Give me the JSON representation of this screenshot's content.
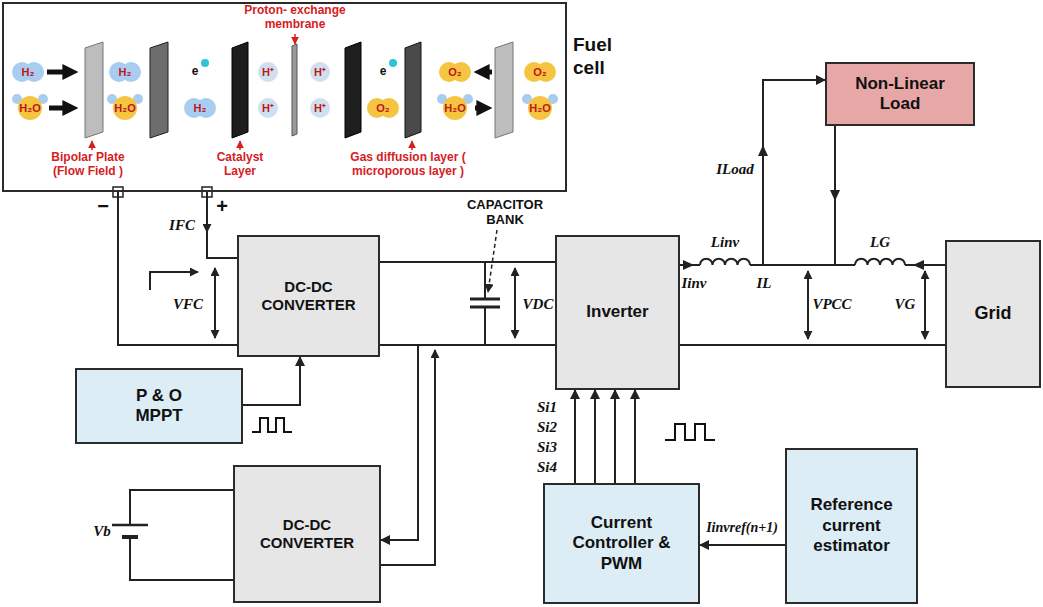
{
  "diagram": {
    "nodes": [
      {
        "text": [
          "Fuel cell"
        ]
      },
      {
        "text": [
          "Non-Linear Load"
        ]
      },
      {
        "text": [
          "DC-DC CONVERTER"
        ]
      },
      {
        "text": [
          "Inverter"
        ]
      },
      {
        "text": [
          "Grid"
        ]
      },
      {
        "text": [
          "P & O MPPT"
        ]
      },
      {
        "text": [
          "DC-DC CONVERTER"
        ]
      },
      {
        "text": [
          "Current Controller & PWM"
        ]
      },
      {
        "text": [
          "Reference current estimator"
        ]
      }
    ],
    "edges": [
      {
        "from": 0,
        "to": 2,
        "arrow": "none"
      },
      {
        "from": 0,
        "to": 2,
        "arrow": "none"
      },
      {
        "from": 2,
        "to": 3,
        "arrow": "none"
      },
      {
        "from": 2,
        "to": 3,
        "arrow": "none"
      },
      {
        "from": 5,
        "to": 2,
        "arrow": "to"
      },
      {
        "from": 3,
        "to": 6,
        "arrow": "to"
      },
      {
        "from": 3,
        "to": 4,
        "arrow": "none"
      },
      {
        "from": 3,
        "to": 4,
        "arrow": "none"
      },
      {
        "from": 3,
        "to": 1,
        "arrow": "to"
      },
      {
        "from": 1,
        "to": 4,
        "arrow": "none"
      },
      {
        "from": 7,
        "to": 3,
        "arrow": "to"
      },
      {
        "from": 7,
        "to": 3,
        "arrow": "to"
      },
      {
        "from": 7,
        "to": 3,
        "arrow": "to"
      },
      {
        "from": 7,
        "to": 3,
        "arrow": "to"
      },
      {
        "from": 8,
        "to": 7,
        "arrow": "to",
        "label": "Iinvref(n+1)"
      }
    ],
    "labels": [
      "Proton- exchange membrane",
      "Bipolar Plate (Flow Field )",
      "Catalyst Layer",
      "Gas diffusion layer ( microporous layer )",
      "H₂",
      "H₂",
      "e",
      "H⁺",
      "H⁺",
      "e",
      "O₂",
      "O₂",
      "H₂O",
      "H₂O",
      "H₂",
      "H⁺",
      "H⁺",
      "O₂",
      "H₂O",
      "H₂O",
      "−",
      "+",
      "IFC",
      "VFC",
      "CAPACITOR BANK",
      "VDC",
      "Iinv",
      "Linv",
      "IL",
      "ILoad",
      "LG",
      "VPCC",
      "VG",
      "Vb",
      "Si1",
      "Si2",
      "Si3",
      "Si4"
    ]
  }
}
